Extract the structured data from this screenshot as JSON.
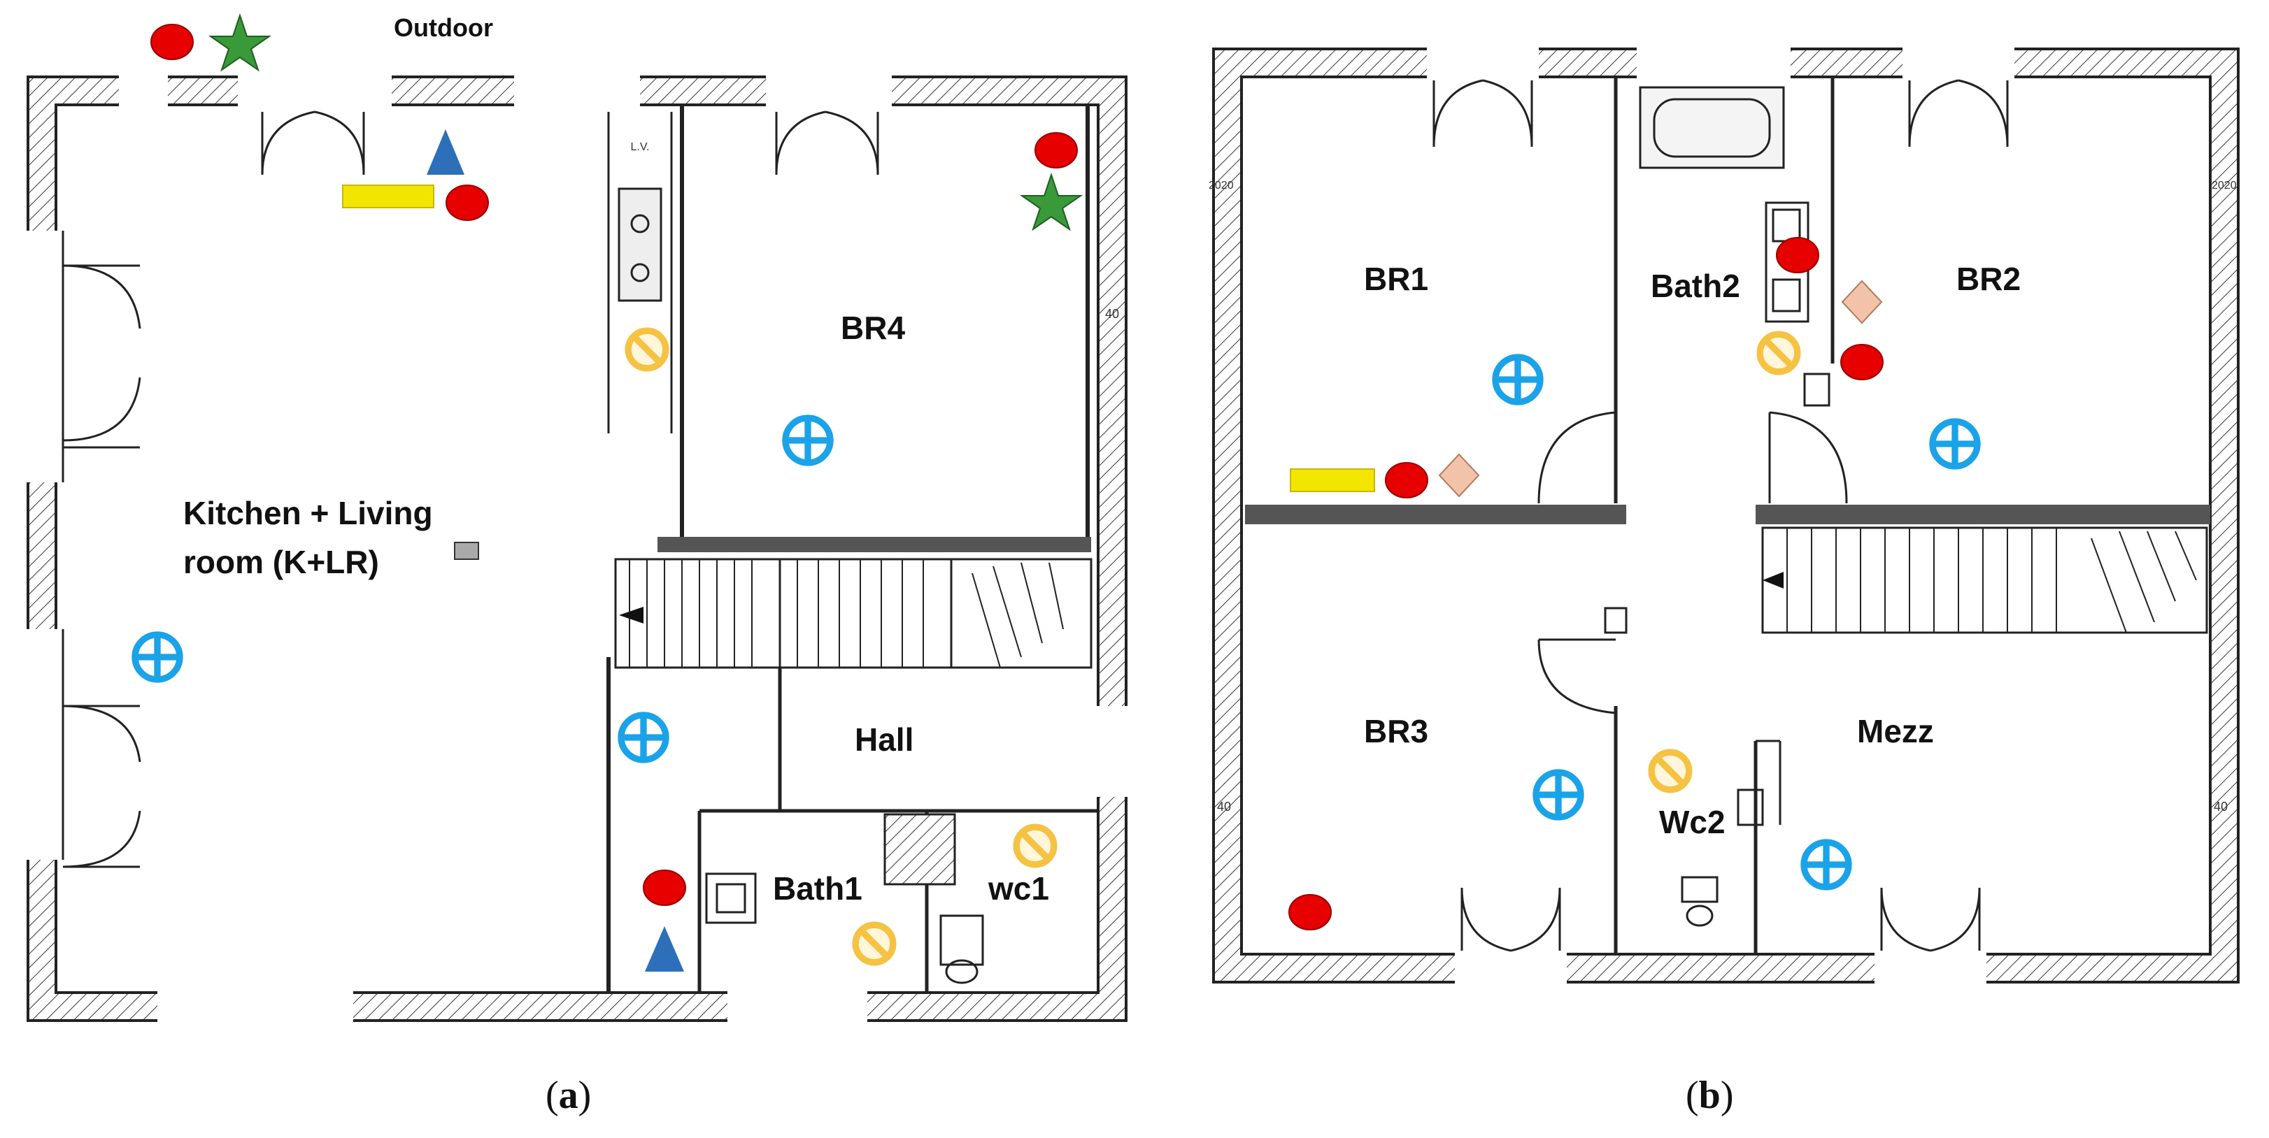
{
  "colors": {
    "sensor_red": "#e60000",
    "star_green": "#3a9a3a",
    "triangle_blue": "#2d6fb8",
    "rect_yellow": "#f2e600",
    "prohibit_orange": "#f5c242",
    "cross_cyan": "#1aa3e8",
    "diamond_peach": "#f2c3a8",
    "wall": "#222222"
  },
  "plan_a": {
    "outdoor_label": "Outdoor",
    "rooms": {
      "kitchen_line1": "Kitchen + Living",
      "kitchen_line2": "room (K+LR)",
      "br4": "BR4",
      "hall": "Hall",
      "bath1": "Bath1",
      "wc1": "wc1"
    },
    "small_text": {
      "lv": "L.V.",
      "dim40": "40"
    },
    "caption_open": "(",
    "caption_letter": "a",
    "caption_close": ")",
    "markers": {
      "red_circle": "red-circle-icon",
      "green_star": "green-star-icon",
      "blue_triangle": "blue-triangle-icon",
      "yellow_rect": "yellow-rectangle-icon",
      "orange_prohibit": "orange-prohibit-icon",
      "cyan_crosshair": "cyan-crosshair-icon"
    }
  },
  "plan_b": {
    "rooms": {
      "br1": "BR1",
      "bath2": "Bath2",
      "br2": "BR2",
      "br3": "BR3",
      "mezz": "Mezz",
      "wc2": "Wc2"
    },
    "small_text": {
      "dim2020a": "2020",
      "dim2020b": "2020",
      "dim40a": "40",
      "dim40b": "40"
    },
    "caption_open": "(",
    "caption_letter": "b",
    "caption_close": ")",
    "markers": {
      "red_circle": "red-circle-icon",
      "peach_diamond": "peach-diamond-icon",
      "yellow_rect": "yellow-rectangle-icon",
      "orange_prohibit": "orange-prohibit-icon",
      "cyan_crosshair": "cyan-crosshair-icon"
    }
  }
}
